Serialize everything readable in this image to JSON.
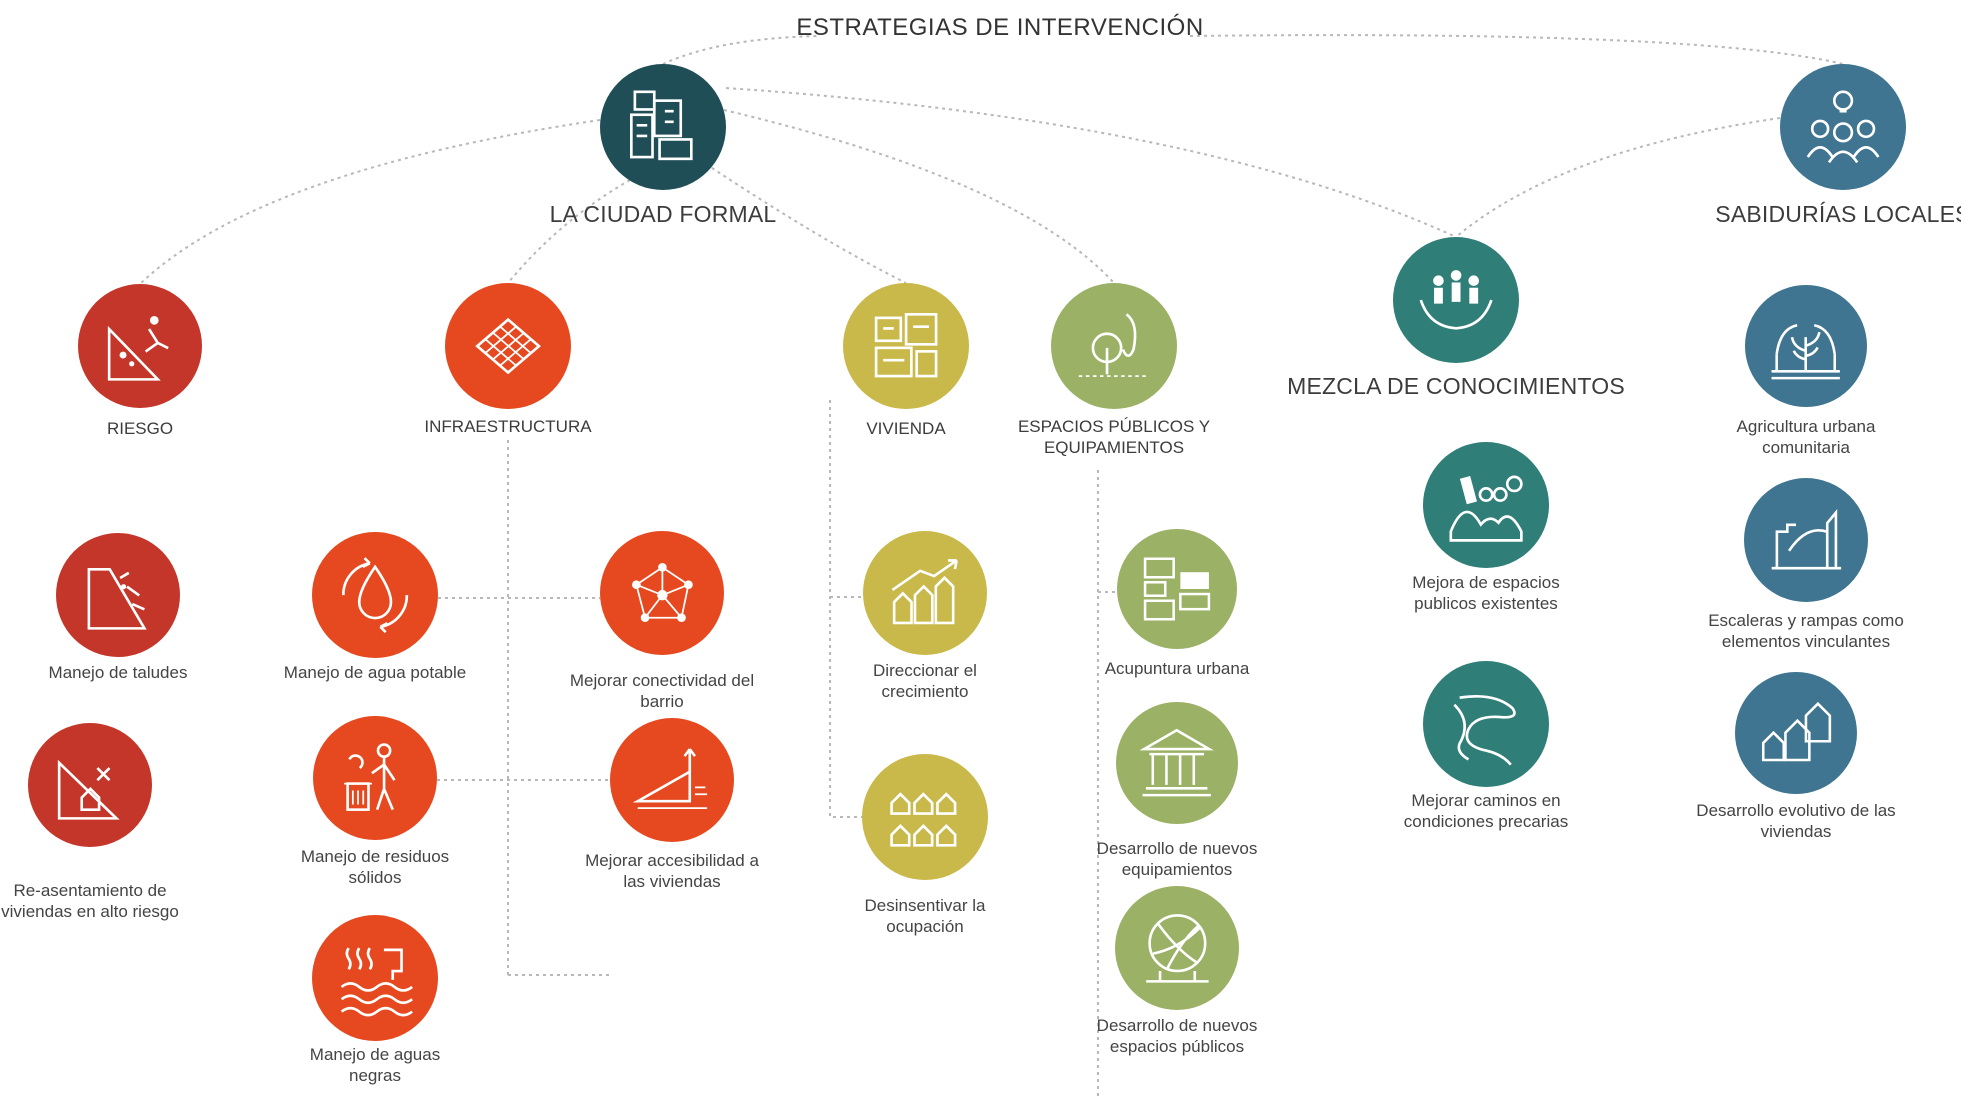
{
  "title": "ESTRATEGIAS DE  INTERVENCIÓN",
  "colors": {
    "dark": "#1f4e57",
    "red": "#c4362a",
    "orange": "#e6491f",
    "yellow": "#c9b94a",
    "green": "#9bb165",
    "teal": "#2f7e78",
    "blue": "#3f7590",
    "link": "#b8b8b8",
    "icon": "#ffffff"
  },
  "main": {
    "formal": {
      "label": "LA CIUDAD FORMAL",
      "icon": "city-icon"
    },
    "mezcla": {
      "label": "MEZCLA DE CONOCIMIENTOS",
      "icon": "hands-community-icon"
    },
    "sabidurias": {
      "label": "SABIDURÍAS LOCALES",
      "icon": "people-idea-icon"
    }
  },
  "categories": {
    "riesgo": {
      "label": "RIESGO",
      "icon": "landslide-icon"
    },
    "infra": {
      "label": "INFRAESTRUCTURA",
      "icon": "grid-icon"
    },
    "vivienda": {
      "label": "VIVIENDA",
      "icon": "housing-icon"
    },
    "espacios": {
      "label": "ESPACIOS PÚBLICOS Y\nEQUIPAMIENTOS",
      "icon": "public-space-icon"
    }
  },
  "leaves": {
    "taludes": {
      "label": "Manejo de taludes",
      "icon": "slope-icon"
    },
    "reasentamiento": {
      "label": "Re-asentamiento de\nviviendas en alto riesgo",
      "icon": "relocation-icon"
    },
    "agua": {
      "label": "Manejo de agua potable",
      "icon": "water-cycle-icon"
    },
    "residuos": {
      "label": "Manejo de residuos\nsólidos",
      "icon": "waste-icon"
    },
    "aguas_negras": {
      "label": "Manejo de aguas\nnegras",
      "icon": "sewage-icon"
    },
    "conectividad": {
      "label": "Mejorar conectividad del\nbarrio",
      "icon": "network-icon"
    },
    "accesibilidad": {
      "label": "Mejorar accesibilidad a\nlas viviendas",
      "icon": "ramp-icon"
    },
    "direccionar": {
      "label": "Direccionar el\ncrecimiento",
      "icon": "growth-icon"
    },
    "desinsentivar": {
      "label": "Desinsentivar la\nocupación",
      "icon": "houses-icon"
    },
    "acupuntura": {
      "label": "Acupuntura urbana",
      "icon": "blocks-icon"
    },
    "equipamientos": {
      "label": "Desarrollo de nuevos\nequipamientos",
      "icon": "building-icon"
    },
    "nuevos_espacios": {
      "label": "Desarrollo de nuevos\nespacios públicos",
      "icon": "park-icon"
    },
    "mejora_espacios": {
      "label": "Mejora de espacios\npublicos existentes",
      "icon": "landscape-icon"
    },
    "caminos": {
      "label": "Mejorar caminos en\ncondiciones precarias",
      "icon": "path-icon"
    },
    "agricultura": {
      "label": "Agricultura urbana\ncomunitaria",
      "icon": "agriculture-icon"
    },
    "escaleras": {
      "label": "Escaleras y rampas como\nelementos vinculantes",
      "icon": "stairs-icon"
    },
    "evolutivo": {
      "label": "Desarrollo evolutivo de las\nviviendas",
      "icon": "evolving-houses-icon"
    }
  }
}
